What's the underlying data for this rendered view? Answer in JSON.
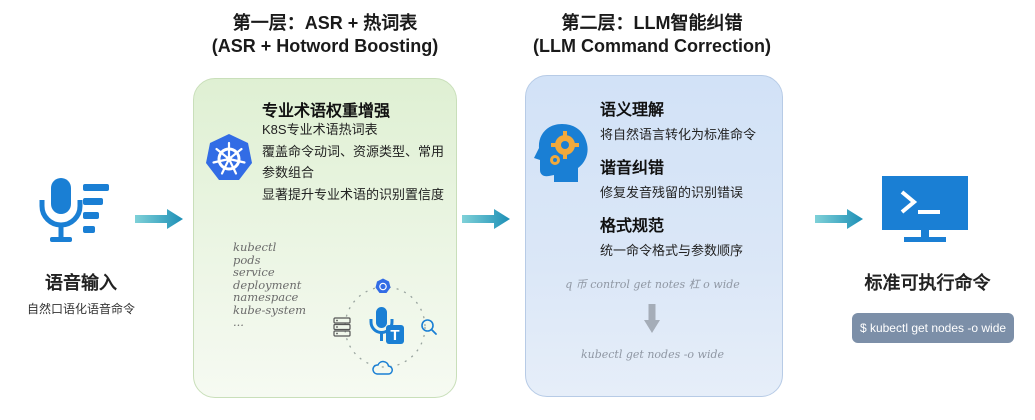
{
  "layer1": {
    "title": "第一层：ASR + 热词表",
    "subtitle": "(ASR + Hotword Boosting)",
    "heading": "专业术语权重增强",
    "lines": [
      "K8S专业术语热词表",
      "覆盖命令动词、资源类型、常用",
      "参数组合",
      "显著提升专业术语的识别置信度"
    ],
    "terms": [
      "kubectl",
      "pods",
      "service",
      "deployment",
      "namespace",
      "kube-system",
      "..."
    ],
    "icons": [
      "kubernetes-wheel-icon",
      "storage-icon",
      "microphone-text-icon",
      "search-icon",
      "cloud-icon"
    ]
  },
  "layer2": {
    "title": "第二层：LLM智能纠错",
    "subtitle": "(LLM Command Correction)",
    "items": [
      {
        "heading": "语义理解",
        "desc": "将自然语言转化为标准命令"
      },
      {
        "heading": "谐音纠错",
        "desc": "修复发音残留的识别错误"
      },
      {
        "heading": "格式规范",
        "desc": "统一命令格式与参数顺序"
      }
    ],
    "example_before": "q 币 control get notes 杠 o wide",
    "example_after": "kubectl get nodes -o wide",
    "icons": [
      "ai-brain-gear-icon",
      "down-arrow-icon"
    ]
  },
  "input": {
    "title": "语音输入",
    "desc": "自然口语化语音命令",
    "icon": "microphone-waves-icon"
  },
  "output": {
    "title": "标准可执行命令",
    "command": "$ kubectl get nodes -o wide",
    "icon": "terminal-monitor-icon"
  },
  "colors": {
    "accent_blue": "#1a7fd4",
    "green_panel": "#e4f2da",
    "blue_panel": "#d6e4f7",
    "command_box": "#7c8fa8"
  }
}
